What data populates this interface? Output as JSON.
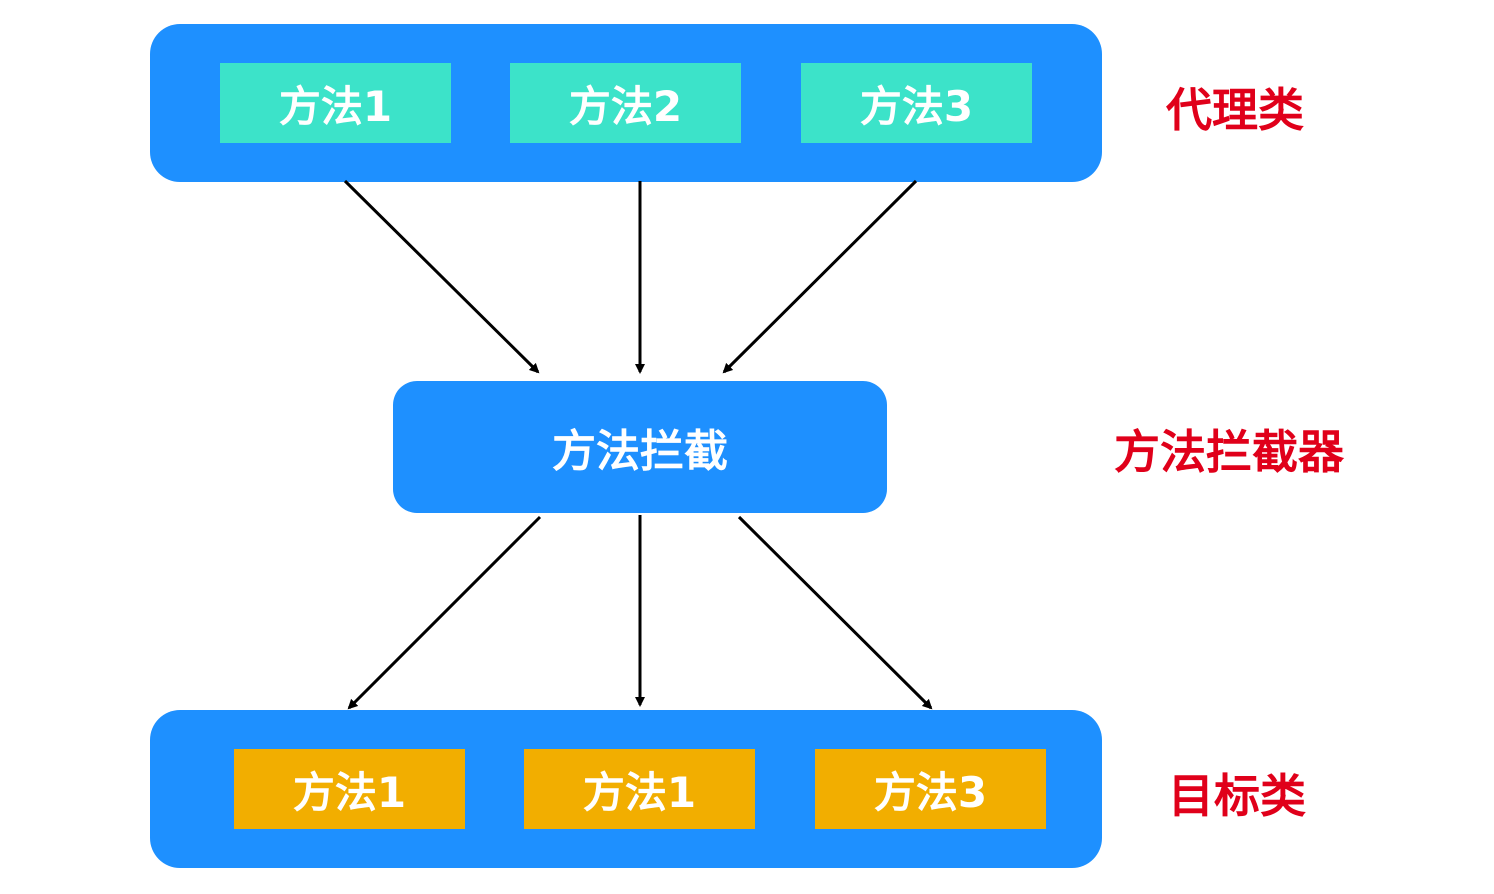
{
  "proxy_class": {
    "label": "代理类",
    "methods": [
      "方法1",
      "方法2",
      "方法3"
    ]
  },
  "interceptor": {
    "box_label": "方法拦截",
    "label": "方法拦截器"
  },
  "target_class": {
    "label": "目标类",
    "methods": [
      "方法1",
      "方法1",
      "方法3"
    ]
  },
  "colors": {
    "group_blue": "#1E90FF",
    "proxy_method": "#3CE3C9",
    "target_method": "#F2AE00",
    "side_label_red": "#E0001A",
    "arrow": "#000000"
  }
}
